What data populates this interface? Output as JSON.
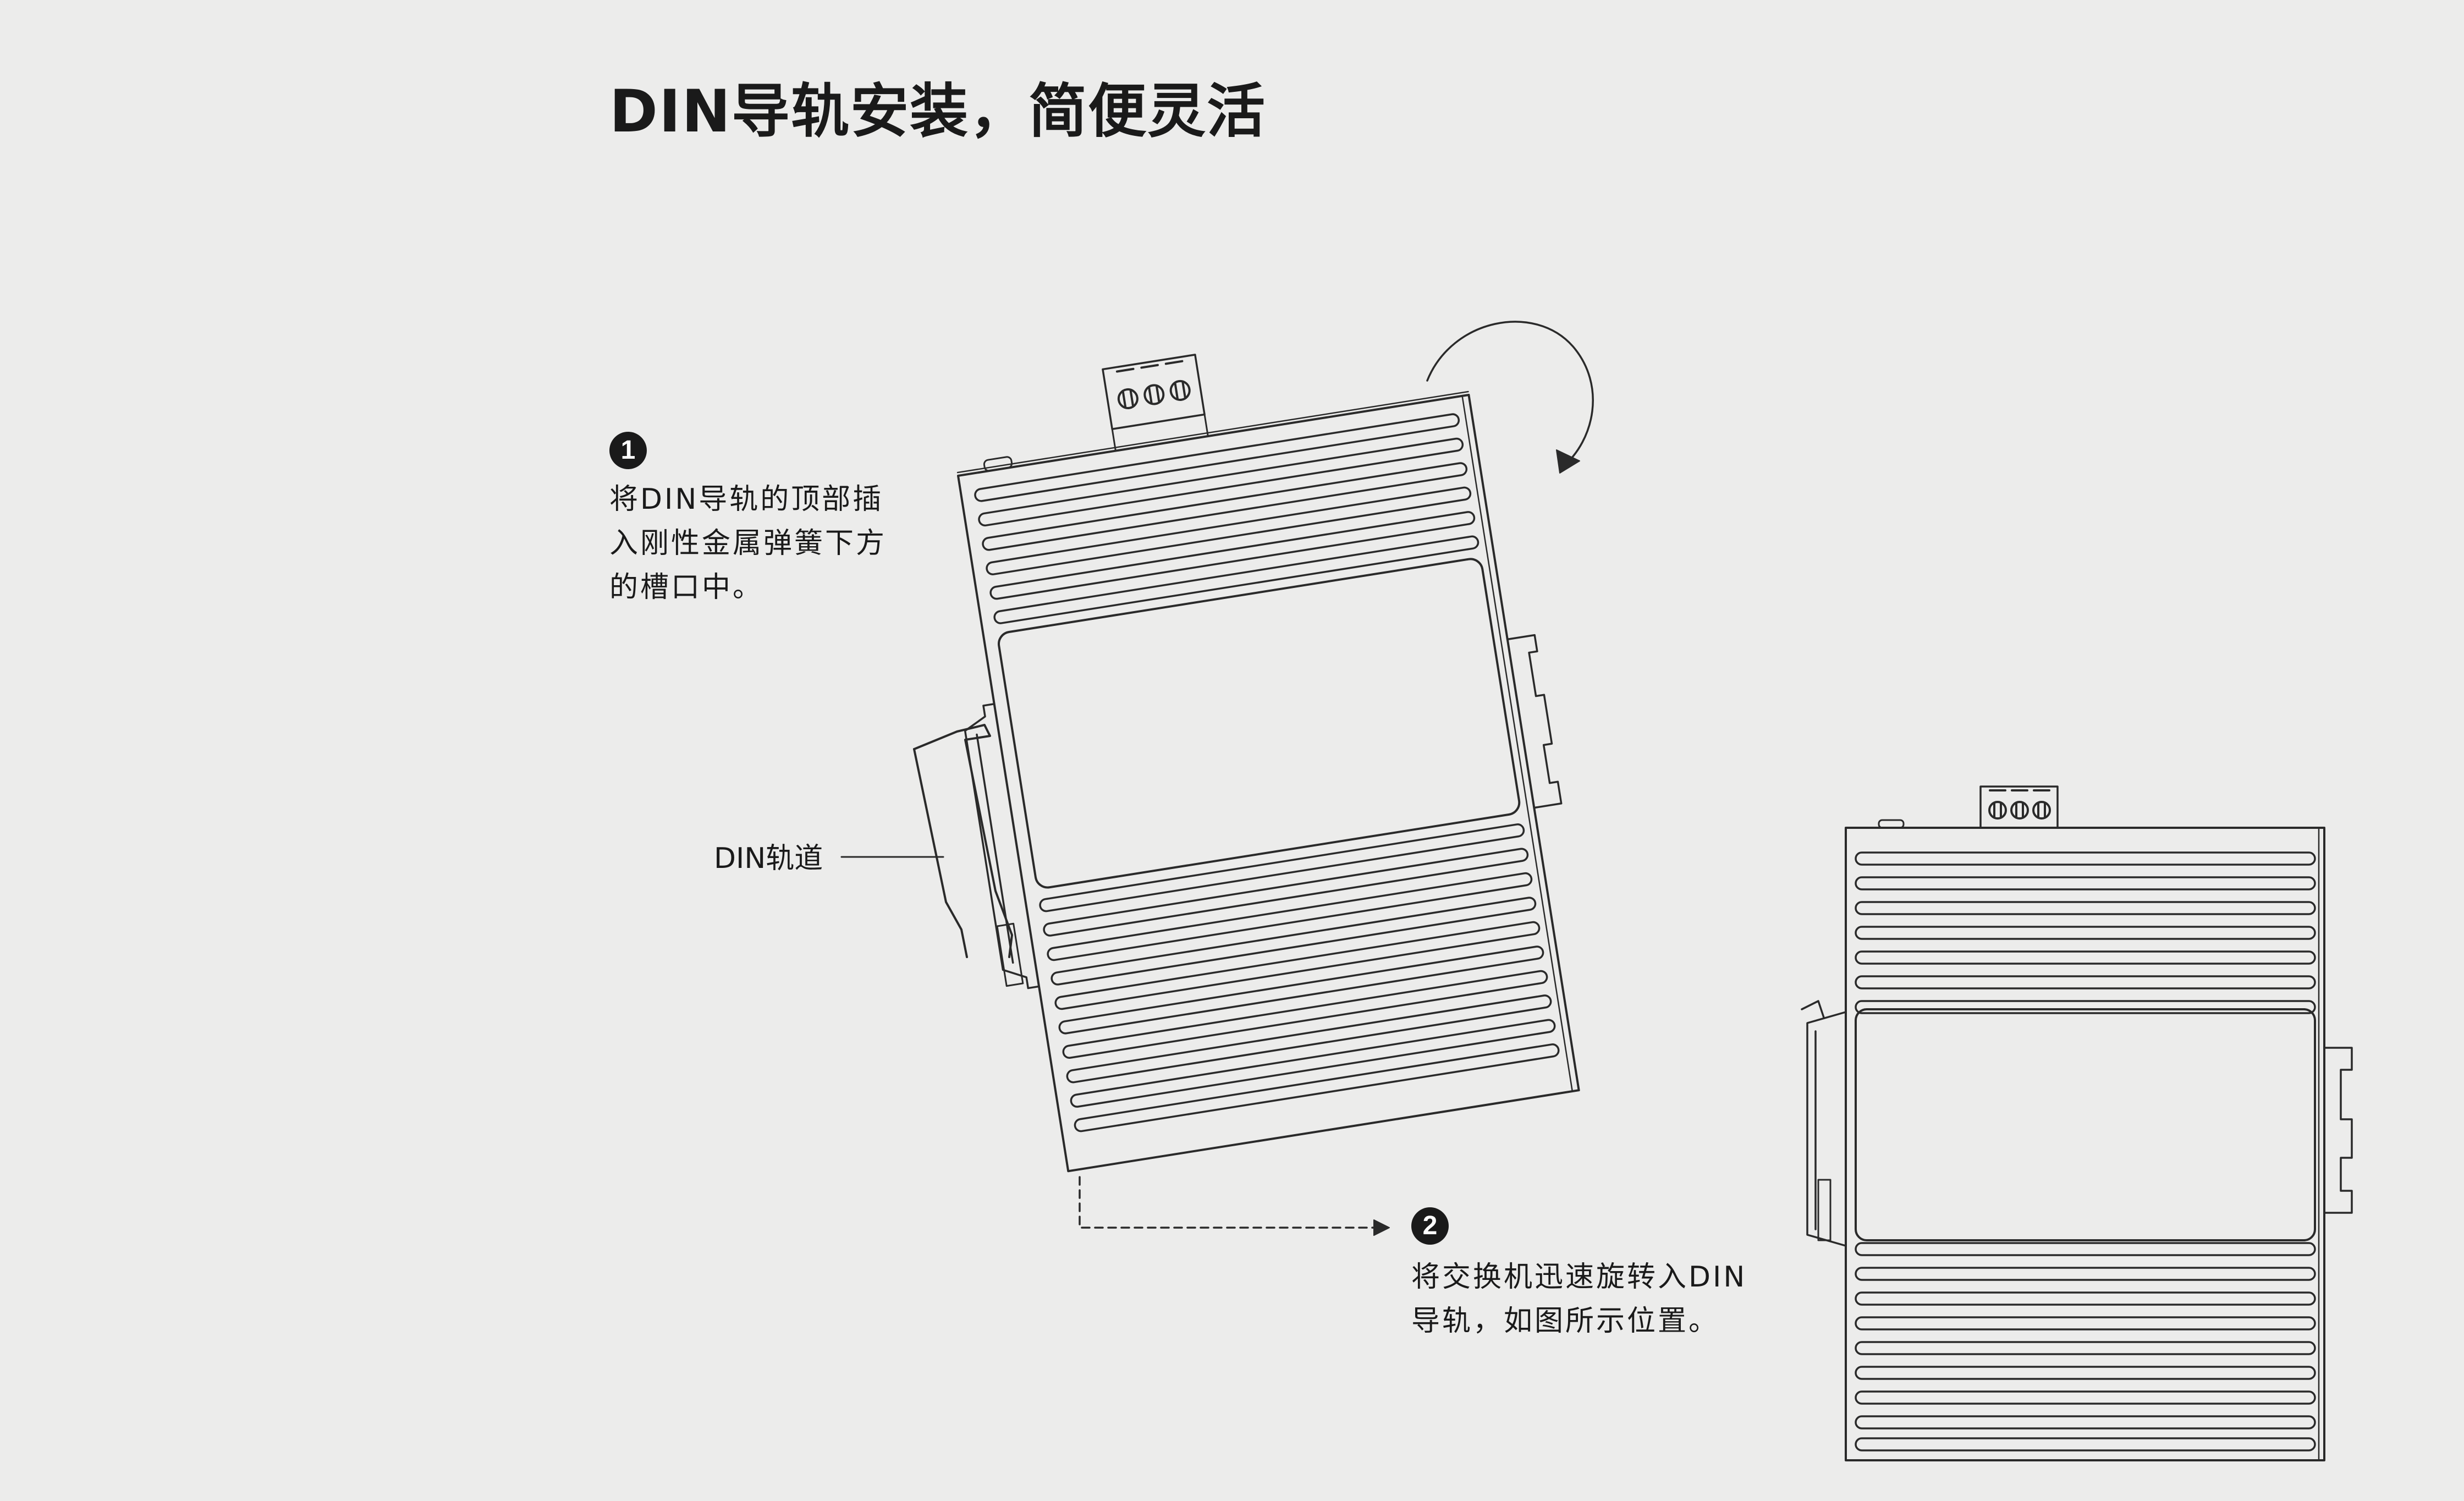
{
  "page": {
    "title": "DIN导轨安装，简便灵活"
  },
  "steps": [
    {
      "number": "1",
      "lines": [
        "将DIN导轨的顶部插",
        "入刚性金属弹簧下方",
        "的槽口中。"
      ]
    },
    {
      "number": "2",
      "lines": [
        "将交换机迅速旋转入DIN",
        "导轨，如图所示位置。"
      ]
    }
  ],
  "labels": {
    "din_rail": "DIN轨道"
  },
  "colors": {
    "background": "#ececeb",
    "line": "#2a2a2a",
    "badge": "#1a1a1a"
  }
}
